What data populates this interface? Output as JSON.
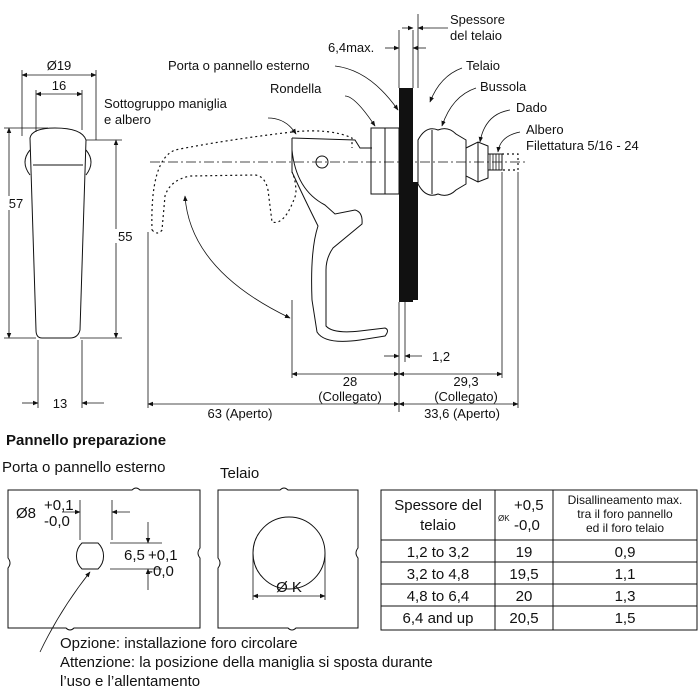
{
  "drawing": {
    "front_view": {
      "dim_width_overall": "Ø19",
      "dim_width_inner": "16",
      "dim_height_left": "57",
      "dim_height_right": "55",
      "dim_bottom": "13"
    },
    "callouts": {
      "handle_subassembly": [
        "Sottogruppo maniglia",
        "e albero"
      ],
      "outer_panel": "Porta o pannello esterno",
      "washer": "Rondella",
      "max_thickness": "6,4max.",
      "frame_thickness": [
        "Spessore",
        "del telaio"
      ],
      "frame": "Telaio",
      "bushing": "Bussola",
      "nut": "Dado",
      "shaft": [
        "Albero",
        "Filettatura 5/16 - 24"
      ]
    },
    "side_dims": {
      "d_1_2": "1,2",
      "d_28": "28",
      "d_28_note": "(Collegato)",
      "d_29_3": "29,3",
      "d_29_3_note": "(Collegato)",
      "d_63": "63 (Aperto)",
      "d_33_6": "33,6 (Aperto)"
    }
  },
  "preparation": {
    "title": "Pannello preparazione",
    "panel_label": "Porta o pannello esterno",
    "frame_label": "Telaio",
    "hole_dia": "Ø8",
    "hole_tol_plus": "+0,1",
    "hole_tol_minus": "-0,0",
    "flat_dim": "6,5",
    "flat_tol_plus": "+0,1",
    "flat_tol_minus": "-0,0",
    "frame_hole": "Ø K",
    "notes": [
      "Opzione: installazione foro circolare",
      "Attenzione: la posizione della maniglia si sposta durante",
      "l’uso e l’allentamento"
    ]
  },
  "table": {
    "header_thickness": [
      "Spessore del",
      "telaio"
    ],
    "header_k_label": "ØK",
    "header_k_plus": "+0,5",
    "header_k_minus": "-0,0",
    "header_misalign": [
      "Disallineamento max.",
      "tra il  foro pannello",
      "ed il foro telaio"
    ],
    "rows": [
      {
        "thickness": "1,2 to 3,2",
        "k": "19",
        "misalign": "0,9"
      },
      {
        "thickness": "3,2 to 4,8",
        "k": "19,5",
        "misalign": "1,1"
      },
      {
        "thickness": "4,8 to 6,4",
        "k": "20",
        "misalign": "1,3"
      },
      {
        "thickness": "6,4 and up",
        "k": "20,5",
        "misalign": "1,5"
      }
    ]
  }
}
